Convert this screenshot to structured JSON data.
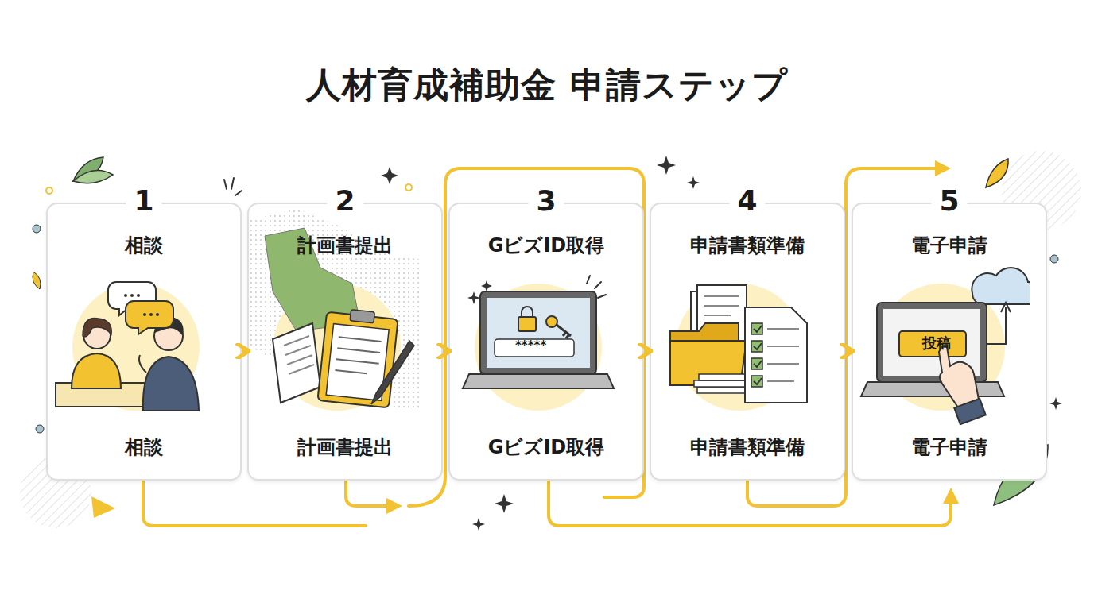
{
  "diagram": {
    "title": "人材育成補助金 申請ステップ",
    "nodes": [
      {
        "text": [
          "1",
          "相談",
          "相談"
        ]
      },
      {
        "text": [
          "2",
          "計画書提出",
          "計画書提出"
        ]
      },
      {
        "text": [
          "3",
          "GビズID取得",
          "GビズID取得"
        ]
      },
      {
        "text": [
          "4",
          "申請書類準備",
          "申請書類準備"
        ]
      },
      {
        "text": [
          "5",
          "電子申請",
          "電子申請"
        ]
      }
    ],
    "edges": [
      {
        "from": 0,
        "to": 1,
        "arrow": "to"
      },
      {
        "from": 1,
        "to": 2,
        "arrow": "to"
      },
      {
        "from": 2,
        "to": 3,
        "arrow": "to"
      },
      {
        "from": 3,
        "to": 4,
        "arrow": "to"
      }
    ],
    "labels": [
      "*****",
      "投稿"
    ]
  }
}
